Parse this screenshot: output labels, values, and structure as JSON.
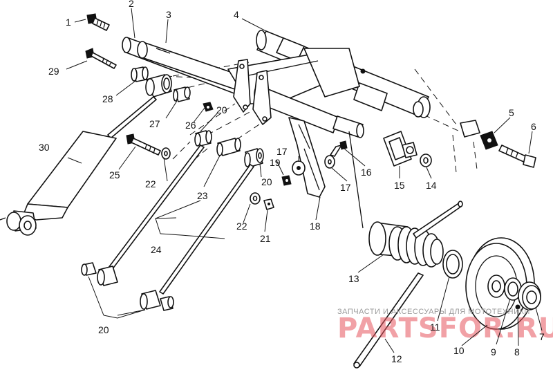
{
  "callouts": [
    {
      "id": "c1",
      "label": "1"
    },
    {
      "id": "c2",
      "label": "2"
    },
    {
      "id": "c3",
      "label": "3"
    },
    {
      "id": "c4",
      "label": "4"
    },
    {
      "id": "c5",
      "label": "5"
    },
    {
      "id": "c6",
      "label": "6"
    },
    {
      "id": "c7",
      "label": "7"
    },
    {
      "id": "c8",
      "label": "8"
    },
    {
      "id": "c9",
      "label": "9"
    },
    {
      "id": "c10",
      "label": "10"
    },
    {
      "id": "c11",
      "label": "11"
    },
    {
      "id": "c12",
      "label": "12"
    },
    {
      "id": "c13",
      "label": "13"
    },
    {
      "id": "c14",
      "label": "14"
    },
    {
      "id": "c15",
      "label": "15"
    },
    {
      "id": "c16",
      "label": "16"
    },
    {
      "id": "c17a",
      "label": "17"
    },
    {
      "id": "c17b",
      "label": "17"
    },
    {
      "id": "c18",
      "label": "18"
    },
    {
      "id": "c19",
      "label": "19"
    },
    {
      "id": "c20a",
      "label": "20"
    },
    {
      "id": "c20b",
      "label": "20"
    },
    {
      "id": "c20c",
      "label": "20"
    },
    {
      "id": "c21",
      "label": "21"
    },
    {
      "id": "c22a",
      "label": "22"
    },
    {
      "id": "c22b",
      "label": "22"
    },
    {
      "id": "c23",
      "label": "23"
    },
    {
      "id": "c24",
      "label": "24"
    },
    {
      "id": "c25",
      "label": "25"
    },
    {
      "id": "c26",
      "label": "26"
    },
    {
      "id": "c27",
      "label": "27"
    },
    {
      "id": "c28",
      "label": "28"
    },
    {
      "id": "c29",
      "label": "29"
    },
    {
      "id": "c30",
      "label": "30"
    }
  ],
  "watermark": {
    "line1": "ЗАПЧАСТИ И АКСЕССУАРЫ ДЛЯ МОТОТЕХНИКИ",
    "line2": "PARTSFOR.RU",
    "color": "#e5545c"
  }
}
